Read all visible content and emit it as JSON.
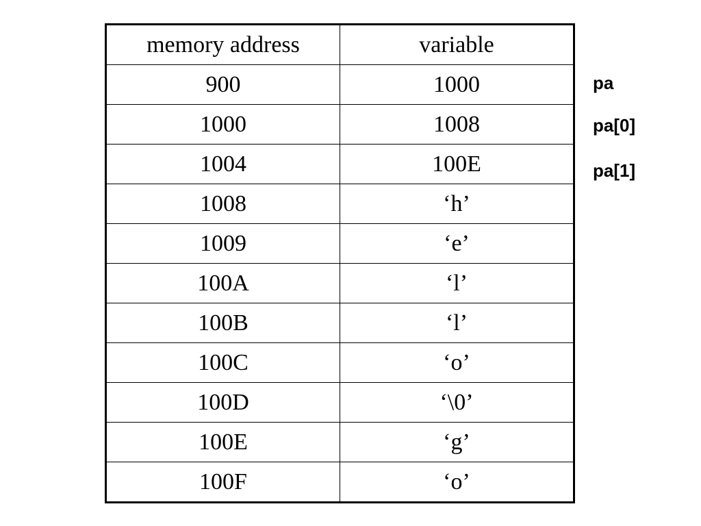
{
  "table": {
    "headers": [
      "memory address",
      "variable"
    ],
    "rows": [
      [
        "900",
        "1000"
      ],
      [
        "1000",
        "1008"
      ],
      [
        "1004",
        "100E"
      ],
      [
        "1008",
        "‘h’"
      ],
      [
        "1009",
        "‘e’"
      ],
      [
        "100A",
        "‘l’"
      ],
      [
        "100B",
        "‘l’"
      ],
      [
        "100C",
        "‘o’"
      ],
      [
        "100D",
        "‘\\0’"
      ],
      [
        "100E",
        "‘g’"
      ],
      [
        "100F",
        "‘o’"
      ]
    ]
  },
  "pointer_labels": [
    "pa",
    "pa[0]",
    "pa[1]"
  ]
}
